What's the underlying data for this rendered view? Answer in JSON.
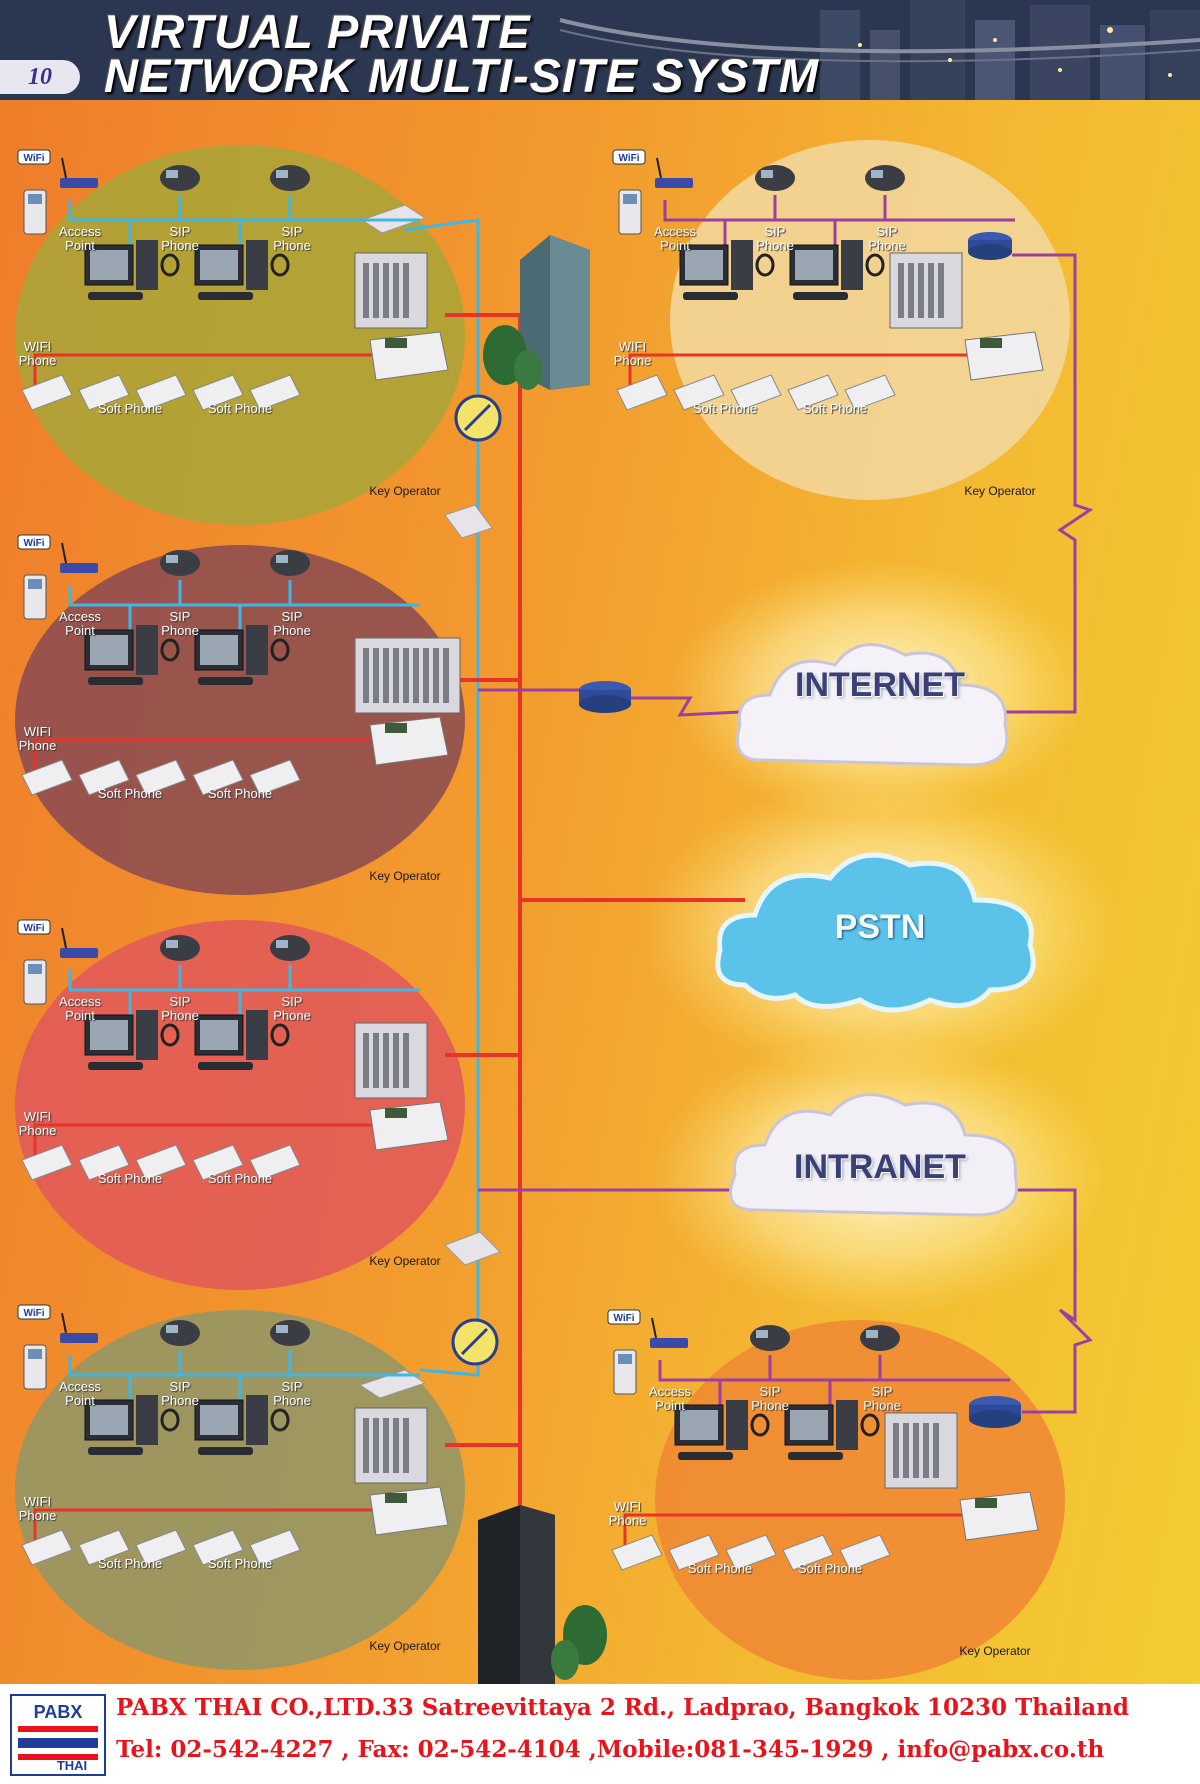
{
  "header": {
    "page_number": "10",
    "title_line1": "VIRTUAL PRIVATE",
    "title_line2": "NETWORK MULTI-SITE SYSTM"
  },
  "labels": {
    "access_point": "Access\nPoint",
    "sip_phone": "SIP\nPhone",
    "wifi_phone": "WIFI\nPhone",
    "wifi_badge": "WiFi",
    "soft_phone": "Soft Phone",
    "key_operator": "Key Operator"
  },
  "clouds": {
    "internet": "INTERNET",
    "pstn": "PSTN",
    "intranet": "INTRANET"
  },
  "footer": {
    "logo_top": "PABX",
    "logo_bottom": "THAI",
    "line1": "PABX THAI CO.,LTD.33 Satreevittaya 2 Rd., Ladprao, Bangkok 10230 Thailand",
    "line2": "Tel: 02-542-4227 , Fax: 02-542-4104 ,Mobile:081-345-1929 , info@pabx.co.th"
  },
  "colors": {
    "lan_line": "#3fb6e6",
    "pbx_line": "#e8332a",
    "wan_line": "#9b3fa0",
    "site1": "#a8a638",
    "site2": "#8a4a52",
    "site3": "#e0585a",
    "site4": "#8f9668",
    "site5": "#f3d69a",
    "site6": "#ef8a34"
  }
}
